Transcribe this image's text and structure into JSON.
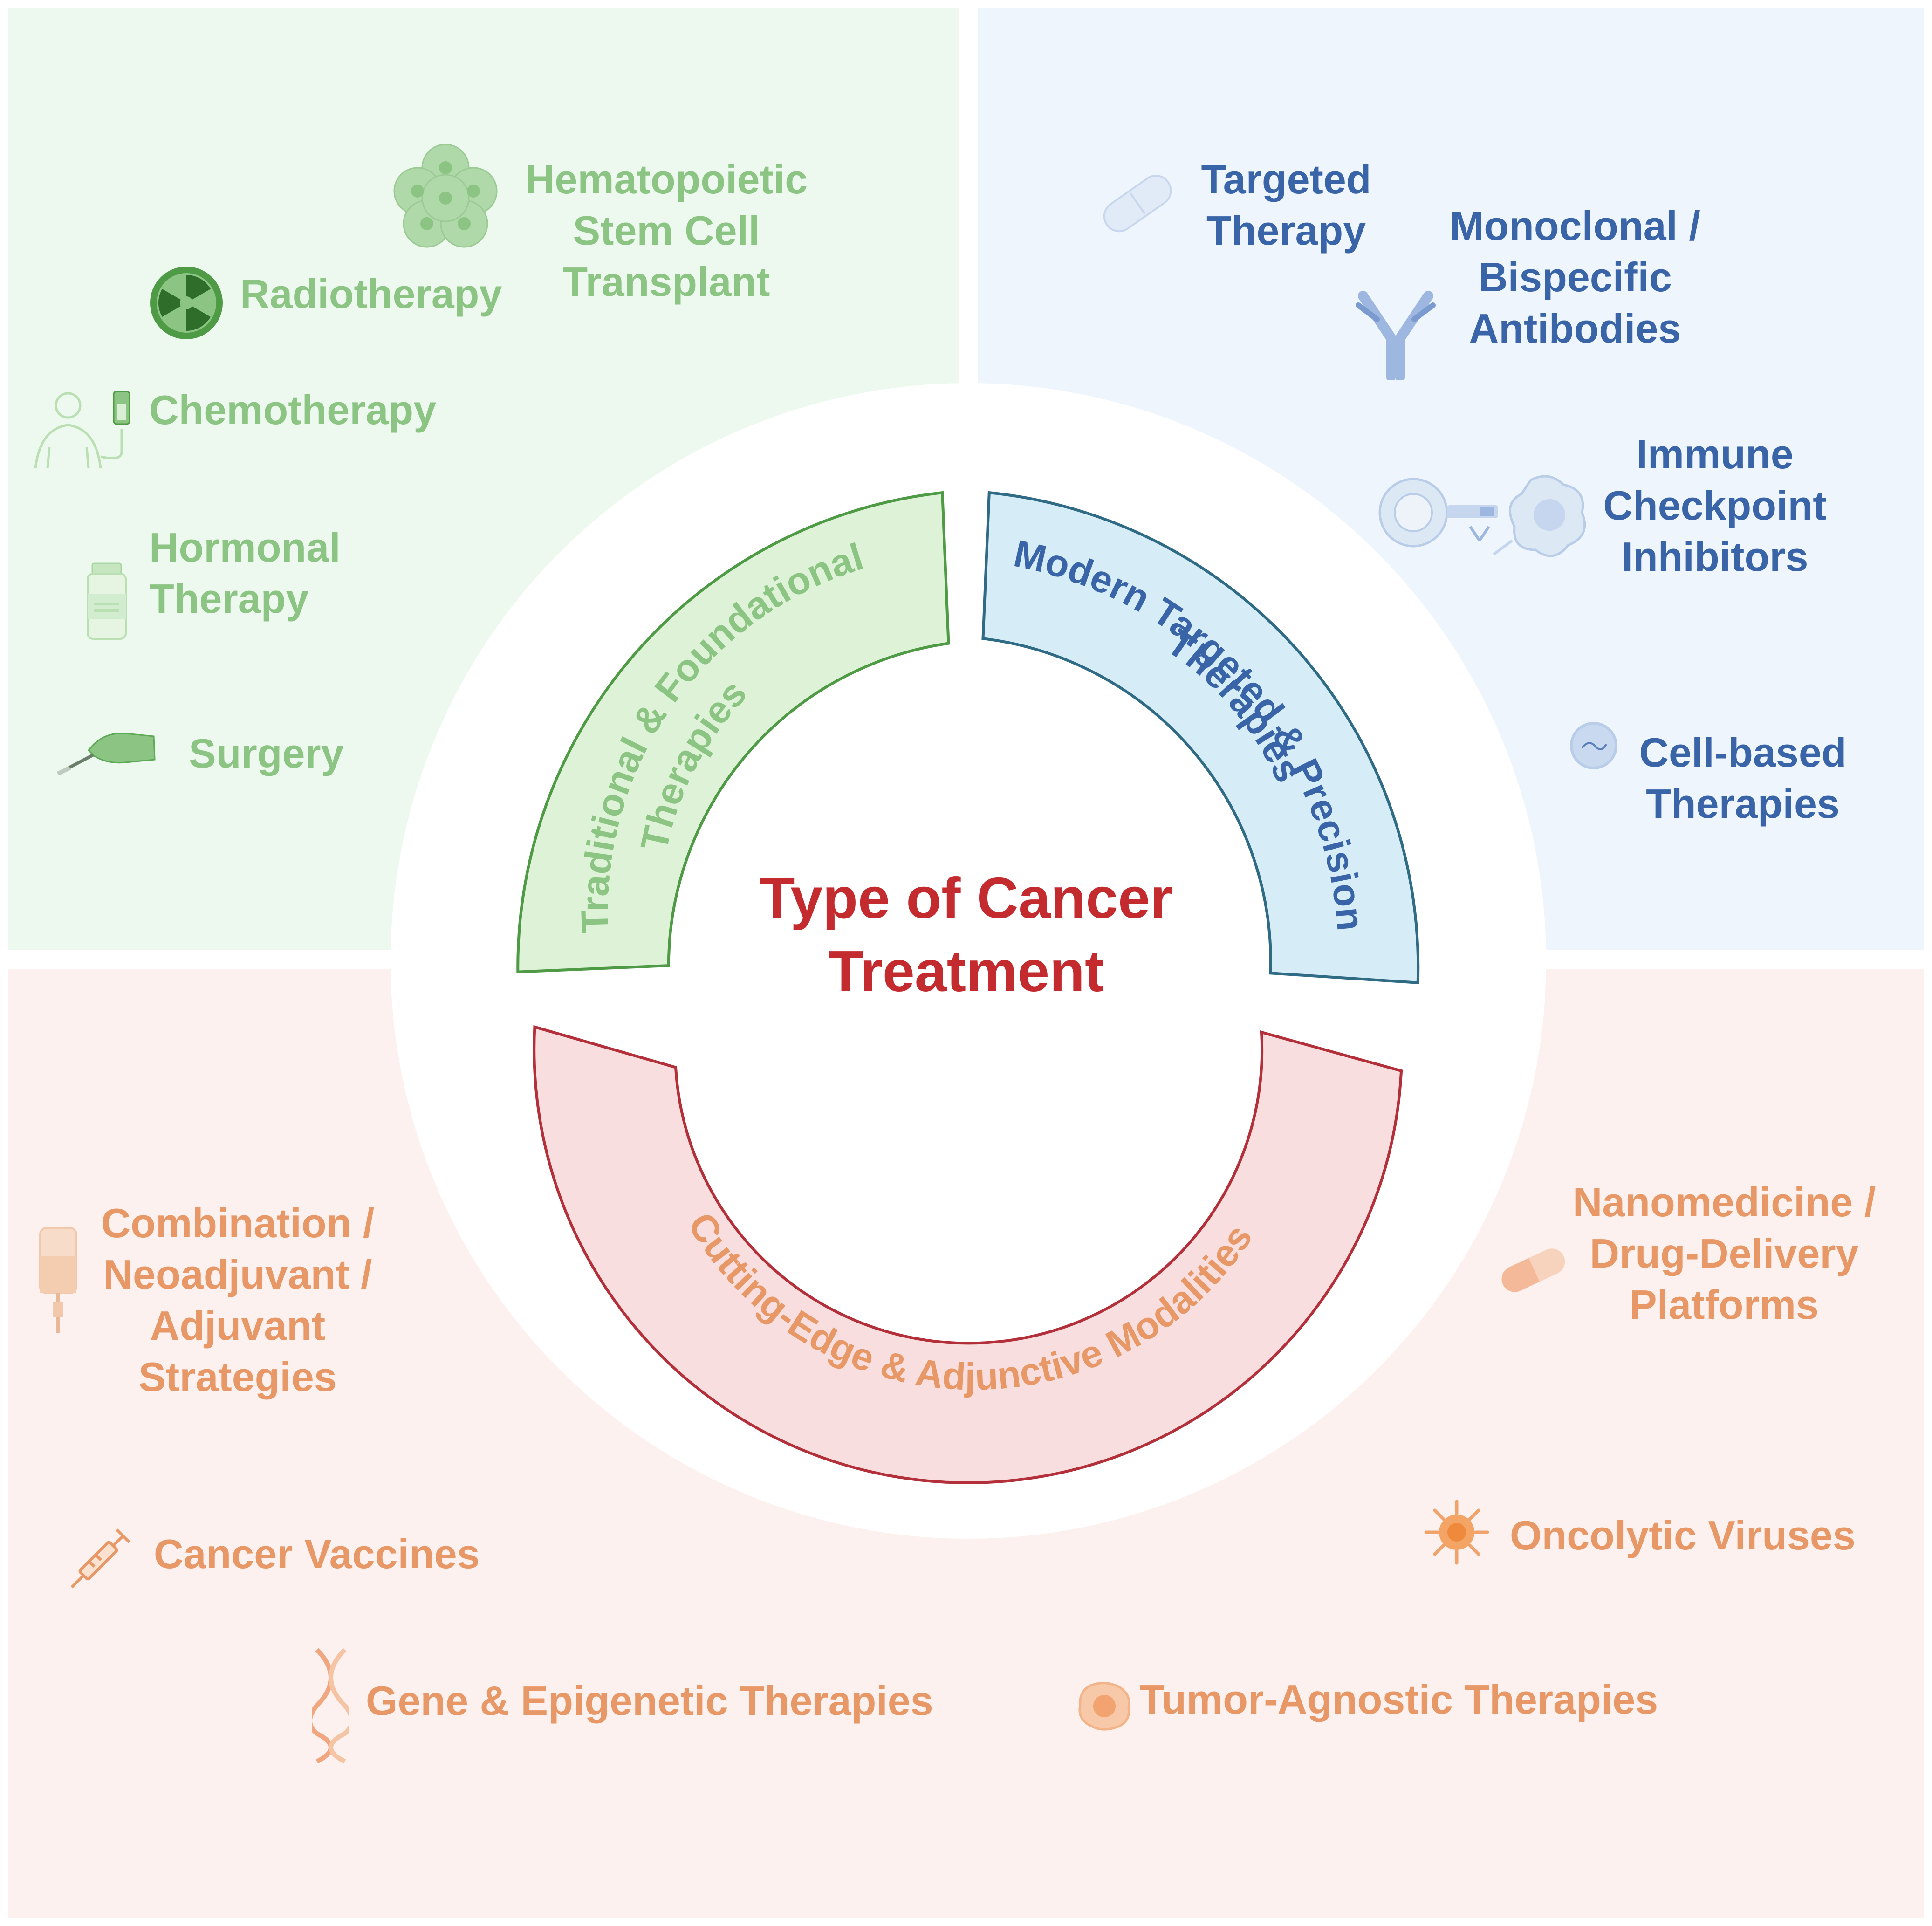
{
  "center_title": [
    "Type of Cancer",
    "Treatment"
  ],
  "rings": {
    "traditional": {
      "lines": [
        "Traditional & Foundational",
        "Therapies"
      ],
      "fill": "#def2d8",
      "stroke": "#4e9a45",
      "text_color": "#8cc583"
    },
    "modern": {
      "lines": [
        "Modern Targeted & Precision",
        "Therapies"
      ],
      "fill": "#d6ecf6",
      "stroke": "#2f6b85",
      "text_color": "#3a64a8"
    },
    "cutting": {
      "lines": [
        "Cutting-Edge & Adjunctive Modalities"
      ],
      "fill": "#f8dede",
      "stroke": "#b3303a",
      "text_color": "#e79866"
    }
  },
  "traditional_items": {
    "hematopoietic": "Hematopoietic\nStem Cell\nTransplant",
    "radiotherapy": "Radiotherapy",
    "chemotherapy": "Chemotherapy",
    "hormonal": "Hormonal\nTherapy",
    "surgery": "Surgery"
  },
  "modern_items": {
    "targeted": "Targeted\nTherapy",
    "monoclonal": "Monoclonal /\nBispecific\nAntibodies",
    "checkpoint": "Immune\nCheckpoint\nInhibitors",
    "cellbased": "Cell-based\nTherapies"
  },
  "cutting_items": {
    "combination": "Combination /\nNeoadjuvant /\nAdjuvant\nStrategies",
    "nanomedicine": "Nanomedicine /\nDrug-Delivery\nPlatforms",
    "vaccines": "Cancer Vaccines",
    "oncolytic": "Oncolytic Viruses",
    "gene": "Gene & Epigenetic Therapies",
    "tumor": "Tumor-Agnostic Therapies"
  },
  "colors": {
    "title": "#c42b2f",
    "green_text": "#8cc583",
    "blue_text": "#3a64a8",
    "orange_text": "#e79866",
    "bg_green": "#edf9ef",
    "bg_blue": "#eef5fc",
    "bg_red": "#fcf1ee"
  },
  "icons": {
    "hematopoietic": "stem-cell-cluster-icon",
    "radiotherapy": "radiation-icon",
    "chemotherapy": "patient-iv-drip-icon",
    "hormonal": "medicine-bottle-icon",
    "surgery": "scalpel-hand-icon",
    "targeted": "pill-tablet-icon",
    "monoclonal": "antibody-icon",
    "checkpoint": "immune-cell-interaction-icon",
    "cellbased": "cell-icon",
    "combination": "iv-bag-icon",
    "nanomedicine": "capsule-icon",
    "vaccines": "syringe-icon",
    "oncolytic": "virus-icon",
    "gene": "dna-helix-icon",
    "tumor": "tumor-cell-icon"
  }
}
